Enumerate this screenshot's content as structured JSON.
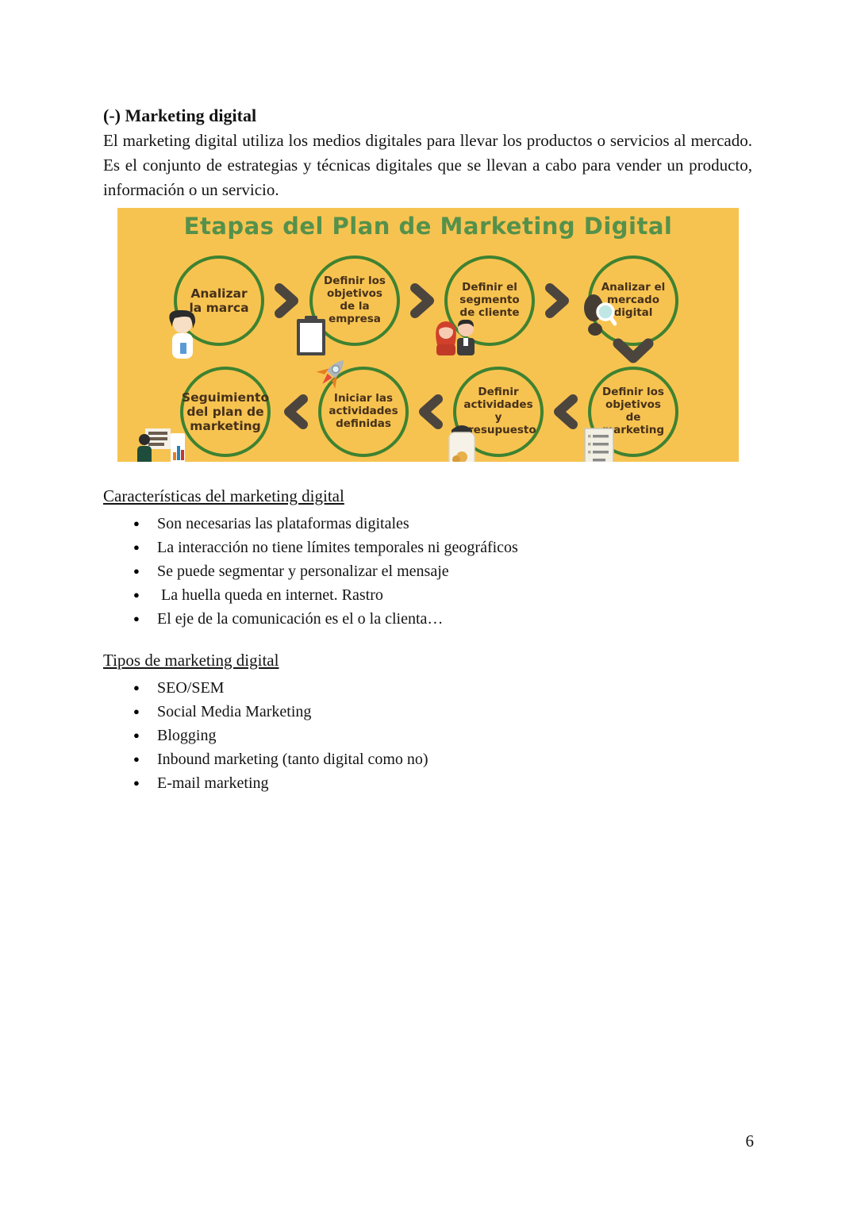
{
  "doc": {
    "heading": "(-) Marketing digital",
    "intro": "El marketing digital utiliza los medios digitales para llevar los productos o servicios al mercado. Es el conjunto de estrategias y técnicas digitales que se llevan a cabo para vender un producto, información o un servicio."
  },
  "infographic": {
    "title": "Etapas del Plan de Marketing Digital",
    "colors": {
      "bg": "#F7C350",
      "title": "#55914B",
      "circle": "#3E8231",
      "label": "#45301A",
      "chevron": "#4C453E"
    },
    "top_row": [
      {
        "label": "Analizar la marca",
        "icon": "person-icon"
      },
      {
        "label": "Definir los objetivos de la empresa",
        "icon": "clipboard-icon"
      },
      {
        "label": "Definir el segmento de cliente",
        "icon": "couple-icon"
      },
      {
        "label": "Analizar el mercado digital",
        "icon": "footprint-magnifier-icon"
      }
    ],
    "bottom_row": [
      {
        "label": "Seguimiento del plan de marketing",
        "icon": "presentation-chart-icon"
      },
      {
        "label": "Iniciar las actividades definidas",
        "icon": "rocket-icon"
      },
      {
        "label": "Definir actividades y presupuesto",
        "icon": "jar-icon"
      },
      {
        "label": "Definir los objetivos de marketing",
        "icon": "notepad-icon"
      }
    ]
  },
  "sections": [
    {
      "title": "Características del marketing digital",
      "bullets": [
        "Son necesarias las plataformas digitales",
        "La interacción no tiene límites temporales ni geográficos",
        "Se puede segmentar y personalizar el mensaje",
        " La huella queda en internet. Rastro",
        "El eje de la comunicación es el o la clienta…"
      ]
    },
    {
      "title": "Tipos de marketing digital",
      "bullets": [
        "SEO/SEM",
        "Social Media Marketing",
        "Blogging",
        "Inbound marketing (tanto digital como no)",
        "E-mail marketing"
      ]
    }
  ],
  "page_number": "6"
}
